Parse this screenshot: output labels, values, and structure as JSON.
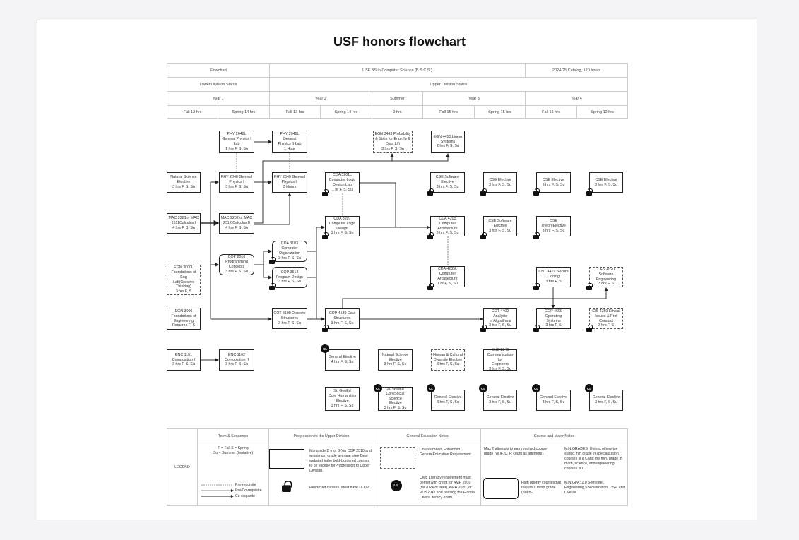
{
  "title": "USF honors flowchart",
  "header": {
    "flowchart": "Flowchart",
    "program": "USF BS in Computer Science (B.S.C.S.)",
    "catalog": "2024-25 Catalog, 120 hours",
    "lower": "Lower Division Status",
    "upper": "Upper Division Status",
    "years": [
      "Year 1",
      "Year 2",
      "Summer",
      "Year 3",
      "Year 4"
    ],
    "terms": [
      "Fall 13 hrs",
      "Spring 14 hrs",
      "Fall 13 hrs",
      "Spring 14 hrs",
      "0 hrs",
      "Fall 15 hrs",
      "Spring 15 hrs",
      "Fall 15 hrs",
      "Spring 12 hrs"
    ]
  },
  "courses": {
    "phy2048l": "PHY 2048L\nGeneral Physics I\nLab\n1 hrs F, S, Su",
    "phy2049l": "PHY 2049L General\nPhysics II Lab\n1 Hour",
    "egn3443": "EGN 3443 Probability\n& Stats for EngInfo &\nData Lit)\n3 hrs F, S, Su",
    "egn4450": "EGN 4450 Linear\nSystems\n2 hrs F, S, Su",
    "natsci1": "Natural Science\nElective\n3 hrs F, S, Su",
    "phy2048": "PHY 2048 General\nPhysics I\n3 hrs F, S, Su",
    "phy2049": "PHY 2049 General\nPhysics II\n3 Hours",
    "cda3201l": "CDA 3201L\nComputer Logic\nDesign Lab\n1 hr F, S, Su",
    "cse_sw1": "CSE Software\nElective\n3 hrs F, S, Su",
    "cse1": "CSE Elective\n3 hrs F, S, Su",
    "cse2": "CSE Elective\n3 hrs F, S, Su",
    "cse3": "CSE Elective\n3 hrs F, S, Su",
    "mac2281": "MAC 2281or MAC\n2311Calculus I\n4 hrs F, S, Su",
    "mac2282": "MAC 2282 or MAC\n2312 Calculus II\n4 hrs F, S, Su",
    "cda3201": "CDA 3201\nComputer Logic\nDesign\n3 hrs F, S, Su",
    "cda4205": "CDA 4205\nComputer\nArchitecture\n3 hrs F, S, Su",
    "cse_sw2": "CSE Software\nElective\n3 hrs F, S, Su",
    "cse_theory": "CSE\nTheoryElective\n3 hrs F, S, Su",
    "cop2510": "COP 2510\nProgramming\nConcepts\n3 hrs F, S, Su",
    "cda3103": "CDA 3103\nComputer\nOrganization\n3 hrs F, S, Su",
    "cop3514": "COP 3514\nProgram Design\n3 hrs F, S, Su",
    "egn3000l": "EGN 3000L\nFoundations of Eng\nLab(Creative\nThinking)\n3 hrs F, S",
    "cda4205l": "CDA 4205L\nComputer\nArchitecture\n1 hr F, S, Su",
    "cnt4419": "CNT 4419 Secure\nCoding\n3 hrs F, S",
    "cen4020": "CEN 4020\nSoftware\nEngineering\n3 hrs F, S",
    "egn3000": "EGN 3000\nFoundations of\nEngineering\nRequired F, S",
    "cot3100": "COT 3100 Discrete\nStructures\n3 hrs F, S, Su",
    "cop4530": "COP 4530 Data\nStructures\n3 hrs F, S, Su",
    "cot4400": "COT 4400 Analysis\nof Algorithms\n3 hrs F, S, Su",
    "cop4600": "COP 4600\nOperating Systems\n3 hrs F, S",
    "cis4250": "CIS 4250 Ethical\nIssues & Prof\nConduct\n3 hrs F, S",
    "enc1101": "ENC 1101\nComposition I\n3 hrs F, S, Su",
    "enc1102": "ENC 1102\nComposition II\n3 hrs F, S, Su",
    "gen4": "General Elective\n4 hrs F, S, Su",
    "natsci2": "Natural Science\nElective\n3 hrs F, S, Su",
    "humcult": "Human & Cultural\nDiversity Elective\n3 hrs F, S, Su",
    "enc3246": "ENC 3246\nCommunication for\nEngineers\n3 hrs F, S, Su",
    "hum": "St. GenEd\nCore Humanities\nElective\n3 hrs F, S, Su",
    "socsci": "St. GenEd\nCoreSocial Science\nElective\n3 hrs F, S, Su",
    "gen_a": "General Elective\n3 hrs F, S, Su",
    "gen_b": "General Elective\n3 hrs F, S, Su",
    "gen_c": "General Elective\n3 hrs F, S, Su",
    "gen_d": "General Elective\n3 hrs F, S, Su"
  },
  "badges": {
    "cl": "CL"
  },
  "legend": {
    "label": "LEGEND",
    "headers": [
      "Term & Sequence",
      "Progression to the Upper Division",
      "General Education Notes",
      "Course and Major Notes"
    ],
    "terms": "F = Fall S = Spring\nSu = Summer (tentative)",
    "prereq": "Pre-requisite",
    "precoreq": "Pre/Co-requisite",
    "coreq": "Co-requisite",
    "bold_note": "Min grade B (not B-) in COP 2510 and aminimum grade average (see Dept website) inthe bold-bordered courses to be eligible forProgression to Upper Division.",
    "lock_note": "Restricted classes. Must have ULDP.",
    "dashed_note": "Course meets Enhanced GeneralEducation Requirement",
    "cl_note": "Civic Literacy requirement must bemet with credit for AMH 2010 (fall2024 or later), AMH 2020, or POS2041 and passing the Florida CivicsLiteracy exam.",
    "attempts_note": "Max 2 attempts to earnrequired course grade (W,IF, U, R count as attempts).",
    "min_grades": "MIN GRADES: Unless otherwise stated,min grade in specialization courses is a Cand the min. grade in math, science, andengineering courses is C.",
    "priority_note": "High priority coursesthat require a minB grade (not B-)",
    "min_gpa": "MIN GPA: 2.0 Semester, Engineering,Specialization, USF, and Overall"
  }
}
